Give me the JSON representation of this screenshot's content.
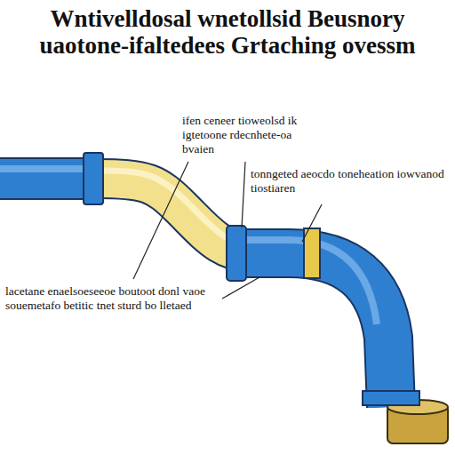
{
  "diagram": {
    "title": "Wntivelldosal wnetollsid Beusnory uaotone-ifaltedees Grtaching ovessm",
    "labels": [
      "ifen ceneer tioweolsd ik igtetoone rdecnhete-oa bvaien",
      "tonngeted aeocdo toneheation iowvanod tiostiaren",
      "lacetane enaelsoeseeoe boutoot donl vaoe souemetafo betitic tnet sturd bo lletaed"
    ]
  }
}
